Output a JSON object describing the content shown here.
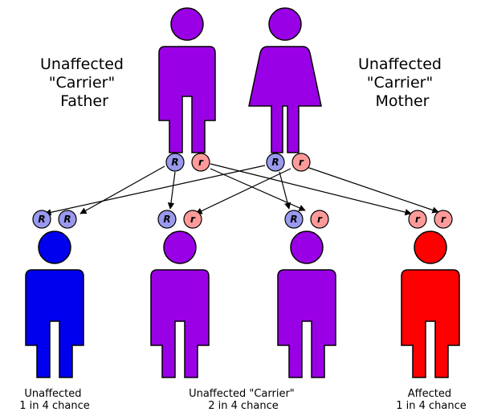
{
  "parents": {
    "father": {
      "label_lines": [
        "Unaffected",
        "\"Carrier\"",
        "Father"
      ],
      "alleles": [
        "R",
        "r"
      ],
      "color": "#9a00e6"
    },
    "mother": {
      "label_lines": [
        "Unaffected",
        "\"Carrier\"",
        "Mother"
      ],
      "alleles": [
        "R",
        "r"
      ],
      "color": "#9a00e6"
    }
  },
  "children": [
    {
      "alleles": [
        "R",
        "R"
      ],
      "color": "#0000ee"
    },
    {
      "alleles": [
        "R",
        "r"
      ],
      "color": "#9a00e6"
    },
    {
      "alleles": [
        "R",
        "r"
      ],
      "color": "#9a00e6"
    },
    {
      "alleles": [
        "r",
        "r"
      ],
      "color": "#ff0000"
    }
  ],
  "captions": [
    {
      "lines": [
        "Unaffected",
        "1 in 4 chance"
      ]
    },
    {
      "lines": [
        "Unaffected \"Carrier\"",
        "2 in 4 chance"
      ]
    },
    {
      "lines": [
        "Affected",
        "1 in 4 chance"
      ]
    }
  ],
  "allele_colors": {
    "R": "#9999ee",
    "r": "#ff9a9a"
  }
}
